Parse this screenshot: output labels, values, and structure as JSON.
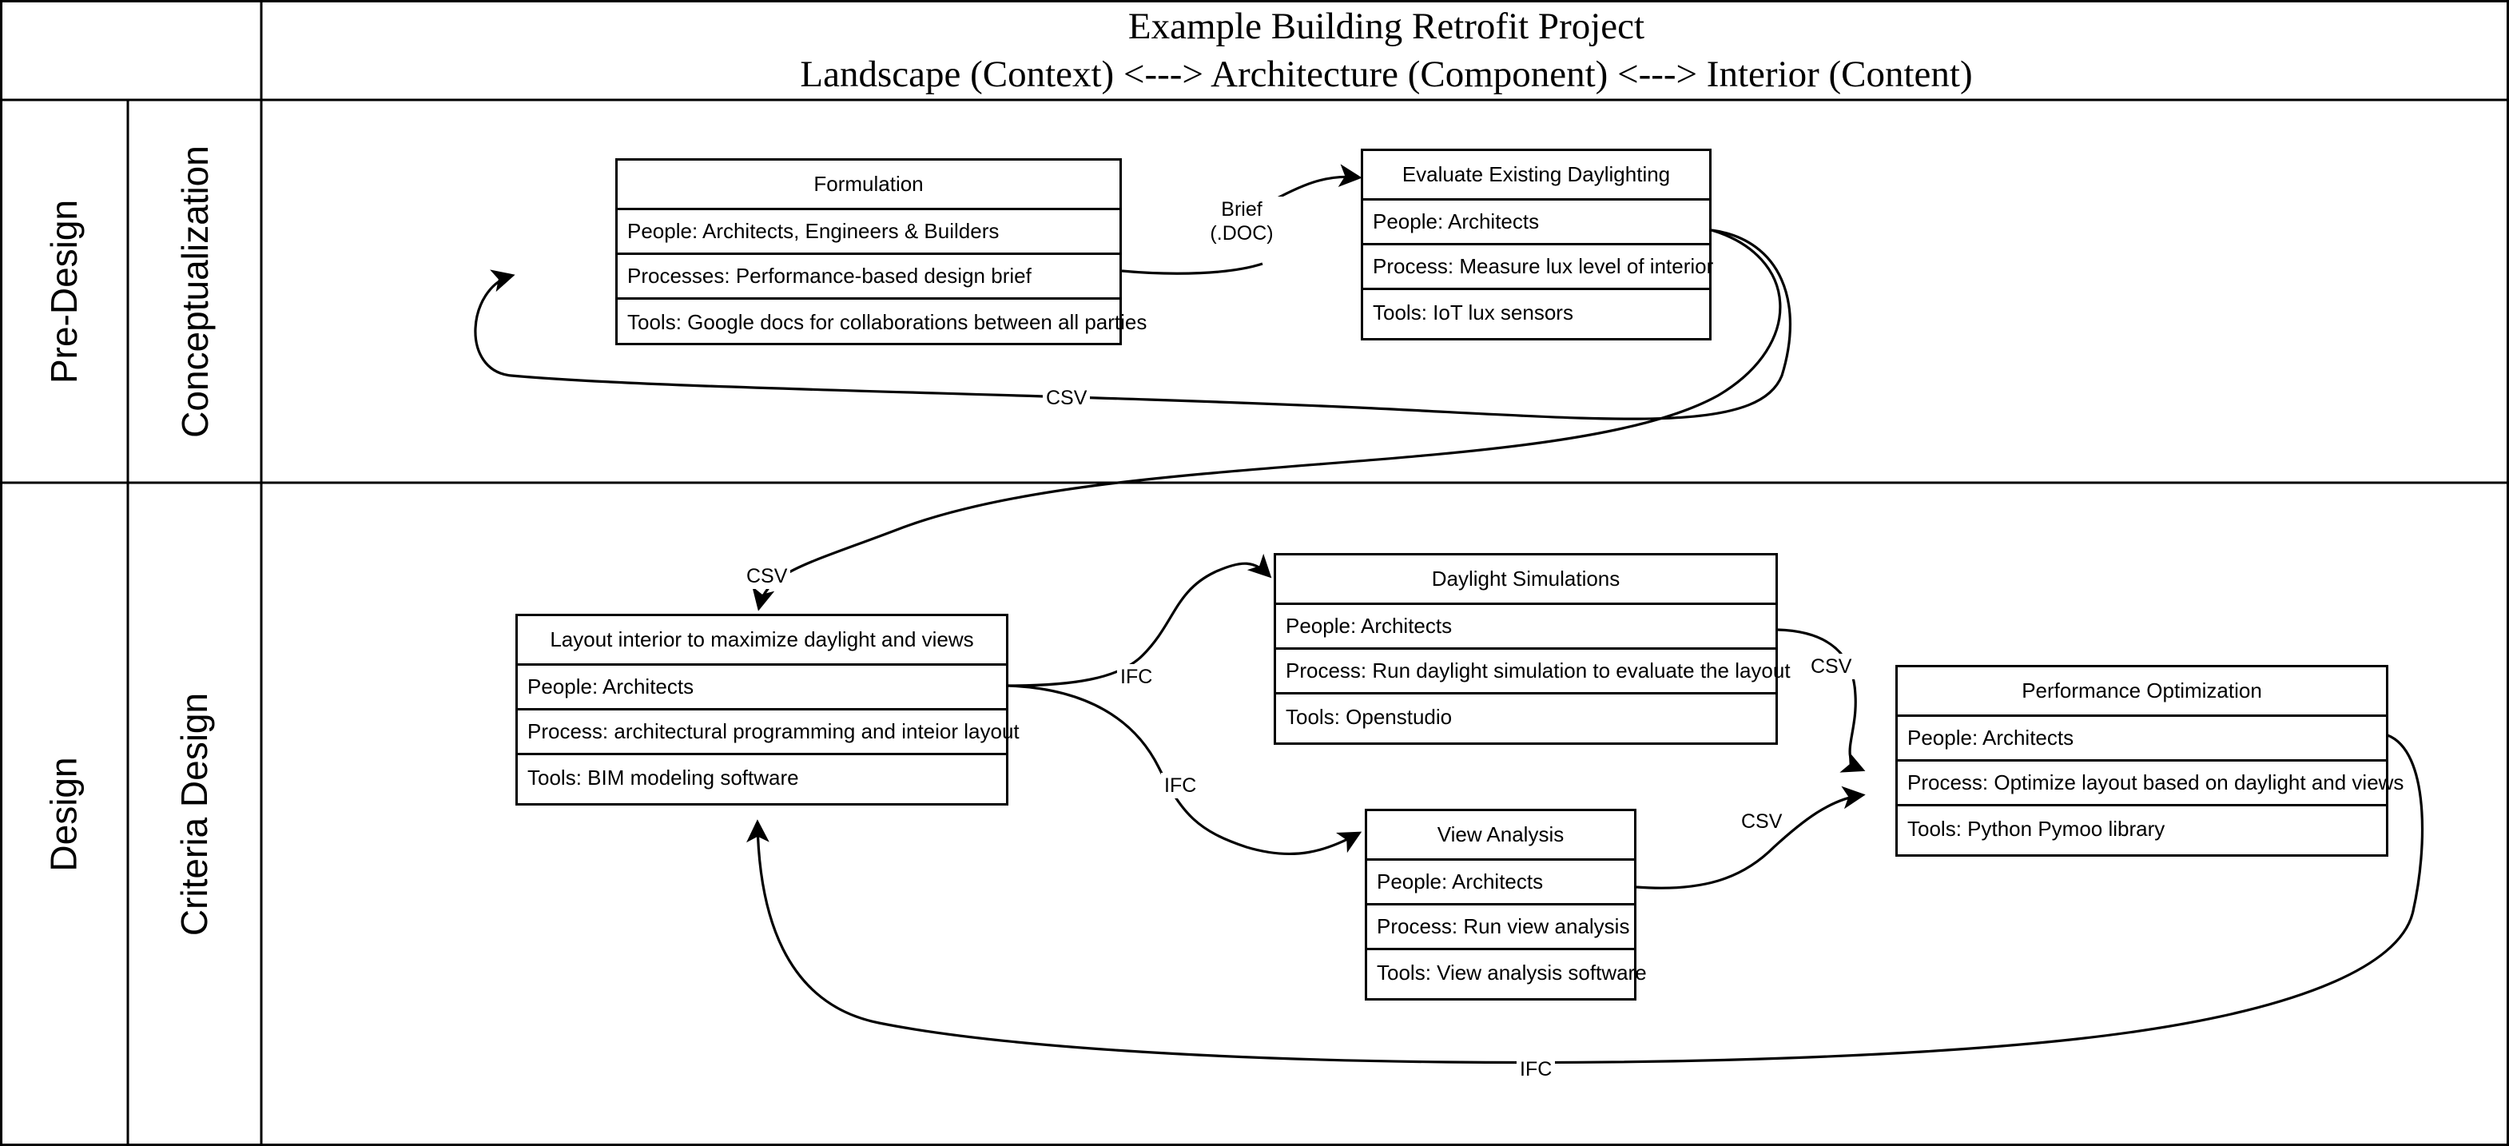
{
  "header": {
    "title_line1": "Example Building Retrofit Project",
    "title_line2": "Landscape (Context) <---> Architecture (Component) <---> Interior (Content)"
  },
  "row_labels": [
    {
      "phase": "Pre-Design",
      "stage": "Conceptualization"
    },
    {
      "phase": "Design",
      "stage": "Criteria Design"
    }
  ],
  "nodes": [
    {
      "id": "formulation",
      "title": "Formulation",
      "rows": [
        "People: Architects, Engineers & Builders",
        "Processes: Performance-based design brief",
        "Tools: Google docs for collaborations between all parties"
      ]
    },
    {
      "id": "evaluate-existing-daylighting",
      "title": "Evaluate Existing Daylighting",
      "rows": [
        "People: Architects",
        "Process: Measure lux level of interior",
        "Tools: IoT lux sensors"
      ]
    },
    {
      "id": "layout-interior",
      "title": "Layout interior to maximize daylight and views",
      "rows": [
        "People: Architects",
        "Process: architectural programming and inteior layout",
        "Tools: BIM modeling software"
      ]
    },
    {
      "id": "daylight-simulations",
      "title": "Daylight Simulations",
      "rows": [
        "People: Architects",
        "Process: Run daylight simulation to evaluate the layout",
        "Tools: Openstudio"
      ]
    },
    {
      "id": "view-analysis",
      "title": "View Analysis",
      "rows": [
        "People: Architects",
        "Process: Run view analysis",
        "Tools: View analysis software"
      ]
    },
    {
      "id": "performance-optimization",
      "title": "Performance Optimization",
      "rows": [
        "People: Architects",
        "Process: Optimize layout based on daylight and views",
        "Tools: Python Pymoo library"
      ]
    }
  ],
  "edge_labels": {
    "brief_l1": "Brief",
    "brief_l2": "(.DOC)",
    "csv_top_return": "CSV",
    "csv_into_layout": "CSV",
    "ifc_to_daylight": "IFC",
    "ifc_to_view": "IFC",
    "csv_daylight_to_opt": "CSV",
    "csv_view_to_opt": "CSV",
    "ifc_return_bottom": "IFC"
  },
  "colors": {
    "stroke": "#000000",
    "background": "#ffffff"
  }
}
